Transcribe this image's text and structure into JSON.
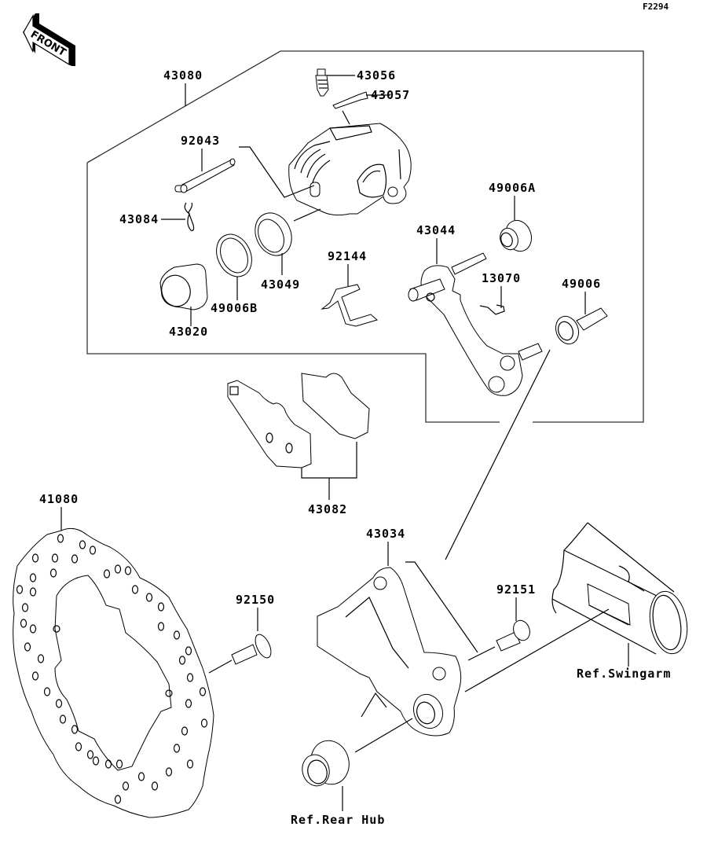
{
  "diagram": {
    "figure_id": "F2294",
    "front_indicator": "FRONT",
    "colors": {
      "line": "#000000",
      "background": "#ffffff",
      "frame": "#333333"
    },
    "assembly_group": {
      "part_no": "43080",
      "description": "caliper assembly outline"
    },
    "parts": [
      {
        "id": "p43080",
        "label": "43080"
      },
      {
        "id": "p43056",
        "label": "43056"
      },
      {
        "id": "p43057",
        "label": "43057"
      },
      {
        "id": "p92043",
        "label": "92043"
      },
      {
        "id": "p43084",
        "label": "43084"
      },
      {
        "id": "p43049",
        "label": "43049"
      },
      {
        "id": "p49006B",
        "label": "49006B"
      },
      {
        "id": "p43020",
        "label": "43020"
      },
      {
        "id": "p92144",
        "label": "92144"
      },
      {
        "id": "p43044",
        "label": "43044"
      },
      {
        "id": "p49006A",
        "label": "49006A"
      },
      {
        "id": "p13070",
        "label": "13070"
      },
      {
        "id": "p49006",
        "label": "49006"
      },
      {
        "id": "p43082",
        "label": "43082"
      },
      {
        "id": "p41080",
        "label": "41080"
      },
      {
        "id": "p92150",
        "label": "92150"
      },
      {
        "id": "p43034",
        "label": "43034"
      },
      {
        "id": "p92151",
        "label": "92151"
      }
    ],
    "references": [
      {
        "id": "ref_swingarm",
        "label": "Ref.Swingarm"
      },
      {
        "id": "ref_rear_hub",
        "label": "Ref.Rear Hub"
      }
    ]
  }
}
